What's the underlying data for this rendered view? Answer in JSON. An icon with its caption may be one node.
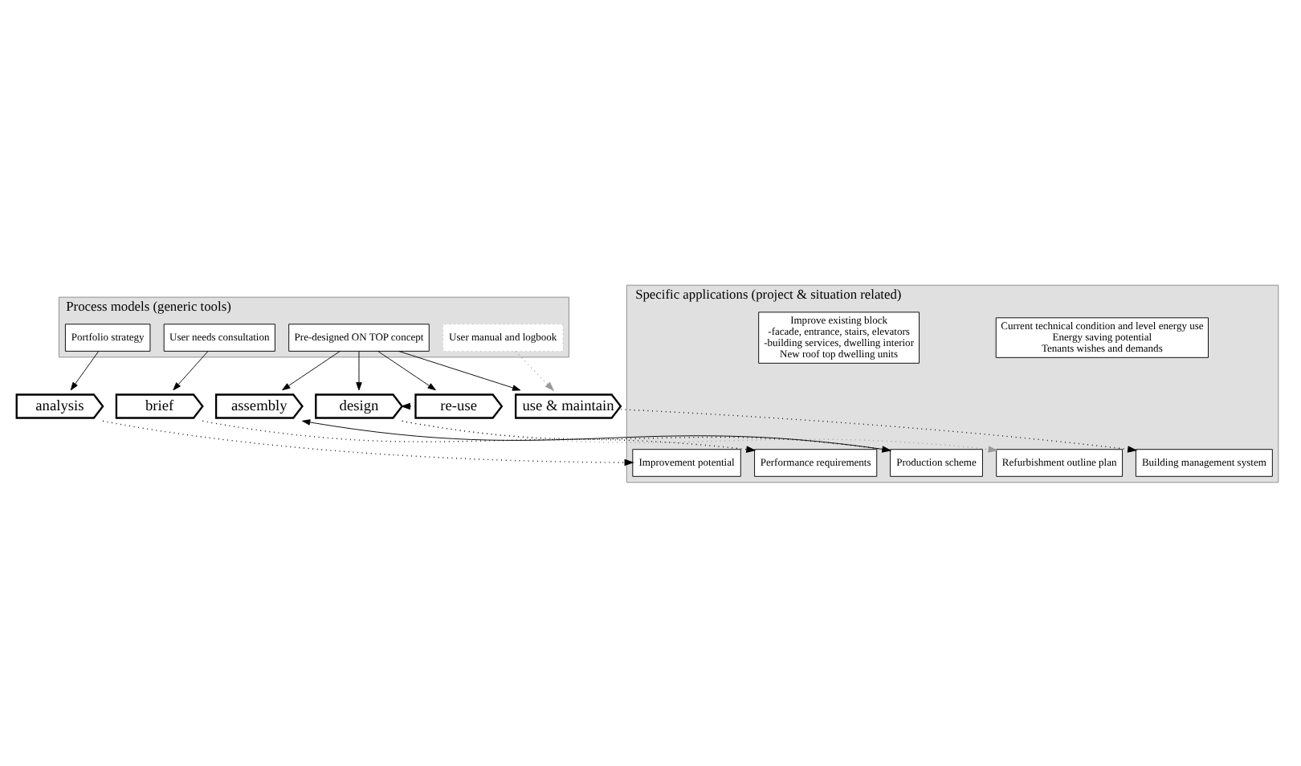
{
  "diagram": {
    "nodes": [
      {
        "text": [
          "Process models (generic tools)"
        ]
      },
      {
        "text": [
          "Portfolio strategy"
        ],
        "in": 0
      },
      {
        "text": [
          "User needs consultation"
        ],
        "in": 0
      },
      {
        "text": [
          "Pre-designed ON TOP concept"
        ],
        "in": 0
      },
      {
        "text": [
          "User manual and logbook"
        ],
        "in": 0
      },
      {
        "text": [
          "analysis"
        ]
      },
      {
        "text": [
          "brief"
        ]
      },
      {
        "text": [
          "design"
        ]
      },
      {
        "text": [
          "assembly"
        ]
      },
      {
        "text": [
          "use & maintain"
        ]
      },
      {
        "text": [
          "re-use"
        ]
      },
      {
        "text": [
          "Specific applications (project & situation related)"
        ]
      },
      {
        "text": [
          "Improvement potential"
        ],
        "in": 11
      },
      {
        "text": [
          "Performance requirements"
        ],
        "in": 11
      },
      {
        "text": [
          "Refurbishment outline plan"
        ],
        "in": 11
      },
      {
        "text": [
          "Production scheme"
        ],
        "in": 11
      },
      {
        "text": [
          "Building management system"
        ],
        "in": 11
      },
      {
        "text": [
          "Current technical condition and level energy use",
          "Energy saving potential",
          "Tenants wishes and demands"
        ],
        "in": 11
      },
      {
        "text": [
          "Improve existing block",
          "-facade, entrance, stairs, elevators",
          "-building services, dwelling interior",
          "New roof top dwelling units"
        ],
        "in": 11
      }
    ],
    "edges": [
      {
        "from": 1,
        "to": 5,
        "arrow": "to"
      },
      {
        "from": 2,
        "to": 6,
        "arrow": "to"
      },
      {
        "from": 3,
        "to": 7,
        "arrow": "to"
      },
      {
        "from": 3,
        "to": 8,
        "arrow": "to"
      },
      {
        "from": 3,
        "to": 9,
        "arrow": "to"
      },
      {
        "from": 3,
        "to": 10,
        "arrow": "to"
      },
      {
        "from": 4,
        "to": 9,
        "arrow": "to",
        "style": "dashed",
        "color": "#999999"
      },
      {
        "from": 10,
        "to": 7,
        "arrow": "to",
        "style": "dashed"
      },
      {
        "from": 5,
        "to": 12,
        "arrow": "to",
        "style": "dashed"
      },
      {
        "from": 6,
        "to": 13,
        "arrow": "to",
        "style": "dashed"
      },
      {
        "from": 7,
        "to": 14,
        "arrow": "to",
        "style": "dashed",
        "color": "#999999"
      },
      {
        "from": 7,
        "to": 15,
        "arrow": "to",
        "style": "dashed"
      },
      {
        "from": 15,
        "to": 8,
        "arrow": "to"
      },
      {
        "from": 9,
        "to": 16,
        "arrow": "to",
        "style": "dashed"
      }
    ]
  }
}
